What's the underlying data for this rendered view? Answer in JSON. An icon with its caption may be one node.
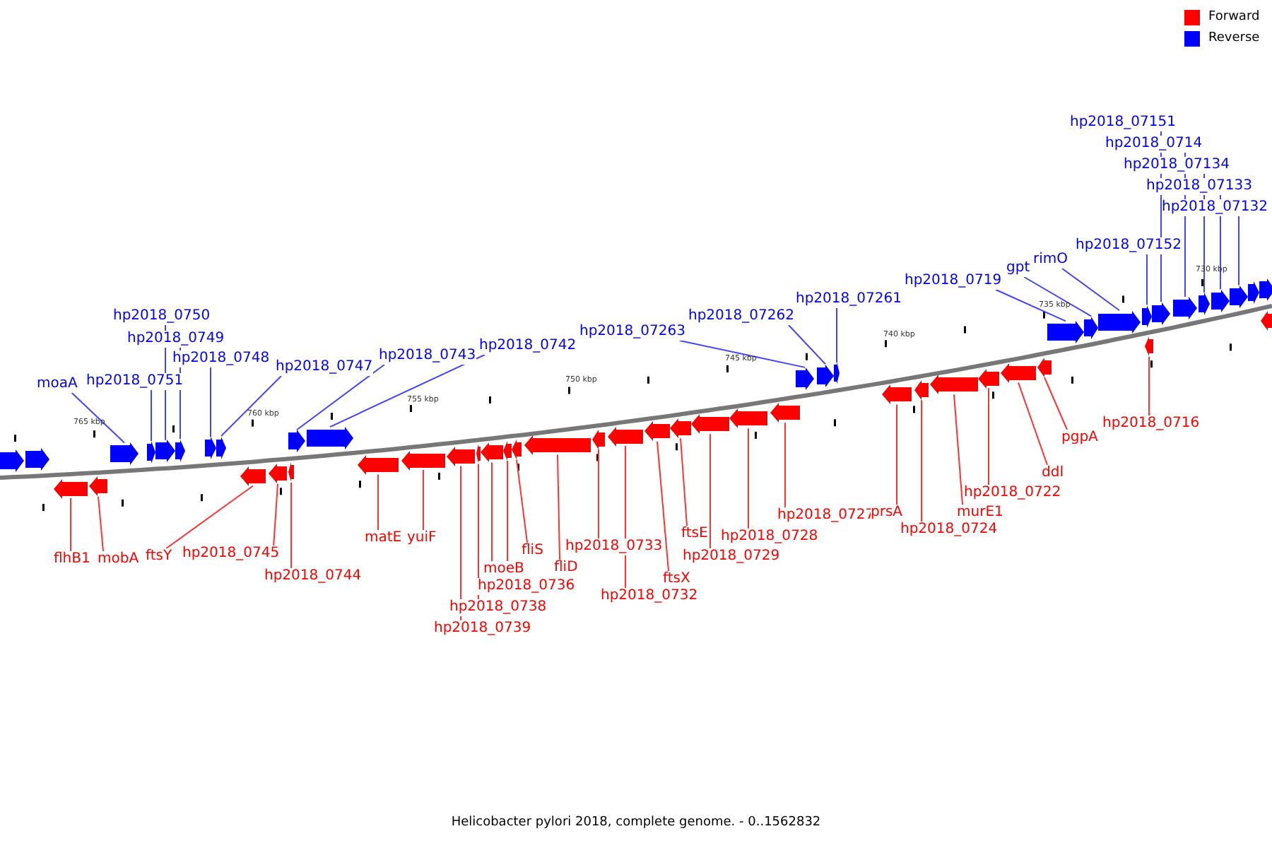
{
  "diagram": {
    "caption": "Helicobacter pylori 2018, complete genome. - 0..1562832",
    "nodes": [
      {
        "text": [],
        "shape": "arrow"
      },
      {
        "text": [],
        "shape": "arrow"
      },
      {
        "text": [
          "moaA"
        ]
      },
      {
        "text": [],
        "shape": "arrow"
      },
      {
        "text": [
          "flhB1"
        ]
      },
      {
        "text": [],
        "shape": "arrow"
      },
      {
        "text": [
          "mobA"
        ]
      },
      {
        "text": [],
        "shape": "arrow"
      },
      {
        "text": [
          "hp2018_0751"
        ]
      },
      {
        "text": [],
        "shape": "arrow"
      },
      {
        "text": [
          "hp2018_0750"
        ]
      },
      {
        "text": [],
        "shape": "arrow"
      },
      {
        "text": [
          "hp2018_0749"
        ]
      },
      {
        "text": [],
        "shape": "arrow"
      },
      {
        "text": [
          "hp2018_0748"
        ]
      },
      {
        "text": [],
        "shape": "arrow"
      },
      {
        "text": [
          "hp2018_0747"
        ]
      },
      {
        "text": [],
        "shape": "arrow"
      },
      {
        "text": [
          "ftsY"
        ]
      },
      {
        "text": [],
        "shape": "arrow"
      },
      {
        "text": [
          "hp2018_0745"
        ]
      },
      {
        "text": [],
        "shape": "arrow"
      },
      {
        "text": [
          "hp2018_0744"
        ]
      },
      {
        "text": [],
        "shape": "arrow"
      },
      {
        "text": [
          "hp2018_0743"
        ]
      },
      {
        "text": [],
        "shape": "arrow"
      },
      {
        "text": [
          "hp2018_0742"
        ]
      },
      {
        "text": [],
        "shape": "arrow"
      },
      {
        "text": [
          "matE"
        ]
      },
      {
        "text": [],
        "shape": "arrow"
      },
      {
        "text": [
          "yuiF"
        ]
      },
      {
        "text": [],
        "shape": "arrow"
      },
      {
        "text": [
          "hp2018_0739"
        ]
      },
      {
        "text": [],
        "shape": "arrow"
      },
      {
        "text": [
          "hp2018_0738"
        ]
      },
      {
        "text": [],
        "shape": "arrow"
      },
      {
        "text": [
          "hp2018_0736"
        ]
      },
      {
        "text": [],
        "shape": "arrow"
      },
      {
        "text": [
          "moeB"
        ]
      },
      {
        "text": [],
        "shape": "arrow"
      },
      {
        "text": [
          "fliS"
        ]
      },
      {
        "text": [],
        "shape": "arrow"
      },
      {
        "text": [
          "fliD"
        ]
      },
      {
        "text": [],
        "shape": "arrow"
      },
      {
        "text": [
          "hp2018_0733"
        ]
      },
      {
        "text": [],
        "shape": "arrow"
      },
      {
        "text": [
          "hp2018_0732"
        ]
      },
      {
        "text": [],
        "shape": "arrow"
      },
      {
        "text": [
          "ftsX"
        ]
      },
      {
        "text": [],
        "shape": "arrow"
      },
      {
        "text": [
          "ftsE"
        ]
      },
      {
        "text": [],
        "shape": "arrow"
      },
      {
        "text": [
          "hp2018_0729"
        ]
      },
      {
        "text": [],
        "shape": "arrow"
      },
      {
        "text": [
          "hp2018_0728"
        ]
      },
      {
        "text": [],
        "shape": "arrow"
      },
      {
        "text": [
          "hp2018_0727"
        ]
      },
      {
        "text": [],
        "shape": "arrow"
      },
      {
        "text": [
          "hp2018_07263"
        ]
      },
      {
        "text": [],
        "shape": "arrow"
      },
      {
        "text": [
          "hp2018_07262"
        ]
      },
      {
        "text": [],
        "shape": "arrow"
      },
      {
        "text": [
          "hp2018_07261"
        ]
      },
      {
        "text": [],
        "shape": "arrow"
      },
      {
        "text": [
          "prsA"
        ]
      },
      {
        "text": [],
        "shape": "arrow"
      },
      {
        "text": [
          "hp2018_0724"
        ]
      },
      {
        "text": [],
        "shape": "arrow"
      },
      {
        "text": [
          "murE1"
        ]
      },
      {
        "text": [],
        "shape": "arrow"
      },
      {
        "text": [
          "hp2018_0722"
        ]
      },
      {
        "text": [],
        "shape": "arrow"
      },
      {
        "text": [
          "ddl"
        ]
      },
      {
        "text": [],
        "shape": "arrow"
      },
      {
        "text": [
          "pgpA"
        ]
      },
      {
        "text": [],
        "shape": "arrow"
      },
      {
        "text": [
          "hp2018_0719"
        ]
      },
      {
        "text": [],
        "shape": "arrow"
      },
      {
        "text": [
          "gpt"
        ]
      },
      {
        "text": [],
        "shape": "arrow"
      },
      {
        "text": [
          "rimO"
        ]
      },
      {
        "text": [],
        "shape": "arrow"
      },
      {
        "text": [
          "hp2018_07152"
        ]
      },
      {
        "text": [],
        "shape": "arrow"
      },
      {
        "text": [
          "hp2018_0716"
        ]
      },
      {
        "text": [],
        "shape": "arrow"
      },
      {
        "text": [
          "hp2018_07151"
        ]
      },
      {
        "text": [],
        "shape": "arrow"
      },
      {
        "text": [
          "hp2018_0714"
        ]
      },
      {
        "text": [],
        "shape": "arrow"
      },
      {
        "text": [
          "hp2018_07134"
        ]
      },
      {
        "text": [],
        "shape": "arrow"
      },
      {
        "text": [
          "hp2018_07133"
        ]
      },
      {
        "text": [],
        "shape": "arrow"
      },
      {
        "text": [
          "hp2018_07132"
        ]
      },
      {
        "text": [],
        "shape": "arrow"
      },
      {
        "text": [],
        "shape": "arrow"
      },
      {
        "text": [],
        "shape": "arrow"
      },
      {
        "text": [],
        "shape": "arrow"
      }
    ],
    "edges": [
      {
        "from": 2,
        "to": 3,
        "arrow": "none",
        "color": "#4444ff"
      },
      {
        "from": 4,
        "to": 5,
        "arrow": "none"
      },
      {
        "from": 6,
        "to": 7,
        "arrow": "none"
      },
      {
        "from": 8,
        "to": 9,
        "arrow": "none",
        "color": "#4444ff"
      },
      {
        "from": 10,
        "to": 11,
        "arrow": "none",
        "color": "#4444ff"
      },
      {
        "from": 12,
        "to": 13,
        "arrow": "none",
        "color": "#4444ff"
      },
      {
        "from": 14,
        "to": 15,
        "arrow": "none",
        "color": "#4444ff"
      },
      {
        "from": 16,
        "to": 17,
        "arrow": "none",
        "color": "#4444ff"
      },
      {
        "from": 18,
        "to": 19,
        "arrow": "none"
      },
      {
        "from": 20,
        "to": 21,
        "arrow": "none"
      },
      {
        "from": 22,
        "to": 23,
        "arrow": "none"
      },
      {
        "from": 24,
        "to": 25,
        "arrow": "none",
        "color": "#4444ff"
      },
      {
        "from": 26,
        "to": 27,
        "arrow": "none",
        "color": "#4444ff"
      },
      {
        "from": 28,
        "to": 29,
        "arrow": "none"
      },
      {
        "from": 30,
        "to": 31,
        "arrow": "none"
      },
      {
        "from": 32,
        "to": 33,
        "arrow": "none"
      },
      {
        "from": 34,
        "to": 35,
        "arrow": "none"
      },
      {
        "from": 36,
        "to": 37,
        "arrow": "none"
      },
      {
        "from": 38,
        "to": 39,
        "arrow": "none"
      },
      {
        "from": 40,
        "to": 41,
        "arrow": "none"
      },
      {
        "from": 42,
        "to": 43,
        "arrow": "none"
      },
      {
        "from": 44,
        "to": 45,
        "arrow": "none"
      },
      {
        "from": 46,
        "to": 47,
        "arrow": "none"
      },
      {
        "from": 48,
        "to": 49,
        "arrow": "none"
      },
      {
        "from": 50,
        "to": 51,
        "arrow": "none"
      },
      {
        "from": 52,
        "to": 53,
        "arrow": "none"
      },
      {
        "from": 54,
        "to": 55,
        "arrow": "none"
      },
      {
        "from": 56,
        "to": 57,
        "arrow": "none"
      },
      {
        "from": 58,
        "to": 59,
        "arrow": "none",
        "color": "#4444ff"
      },
      {
        "from": 60,
        "to": 61,
        "arrow": "none",
        "color": "#4444ff"
      },
      {
        "from": 62,
        "to": 63,
        "arrow": "none",
        "color": "#4444ff"
      },
      {
        "from": 64,
        "to": 65,
        "arrow": "none"
      },
      {
        "from": 66,
        "to": 67,
        "arrow": "none"
      },
      {
        "from": 68,
        "to": 69,
        "arrow": "none"
      },
      {
        "from": 70,
        "to": 71,
        "arrow": "none"
      },
      {
        "from": 72,
        "to": 73,
        "arrow": "none"
      },
      {
        "from": 74,
        "to": 75,
        "arrow": "none"
      },
      {
        "from": 76,
        "to": 77,
        "arrow": "none",
        "color": "#4444ff"
      },
      {
        "from": 78,
        "to": 79,
        "arrow": "none",
        "color": "#4444ff"
      },
      {
        "from": 80,
        "to": 81,
        "arrow": "none",
        "color": "#4444ff"
      },
      {
        "from": 82,
        "to": 83,
        "arrow": "none",
        "color": "#4444ff"
      },
      {
        "from": 84,
        "to": 85,
        "arrow": "none"
      },
      {
        "from": 86,
        "to": 87,
        "arrow": "none",
        "color": "#4444ff"
      },
      {
        "from": 88,
        "to": 89,
        "arrow": "none",
        "color": "#4444ff"
      },
      {
        "from": 90,
        "to": 91,
        "arrow": "none",
        "color": "#4444ff"
      },
      {
        "from": 92,
        "to": 93,
        "arrow": "none",
        "color": "#4444ff"
      },
      {
        "from": 94,
        "to": 95,
        "arrow": "none",
        "color": "#4444ff"
      }
    ],
    "labels": [
      "730 kbp",
      "735 kbp",
      "740 kbp",
      "745 kbp",
      "750 kbp",
      "755 kbp",
      "760 kbp",
      "765 kbp"
    ],
    "legend": [
      {
        "text": "Forward",
        "color": "#ff0000"
      },
      {
        "text": "Reverse",
        "color": "#0000ff"
      }
    ]
  }
}
